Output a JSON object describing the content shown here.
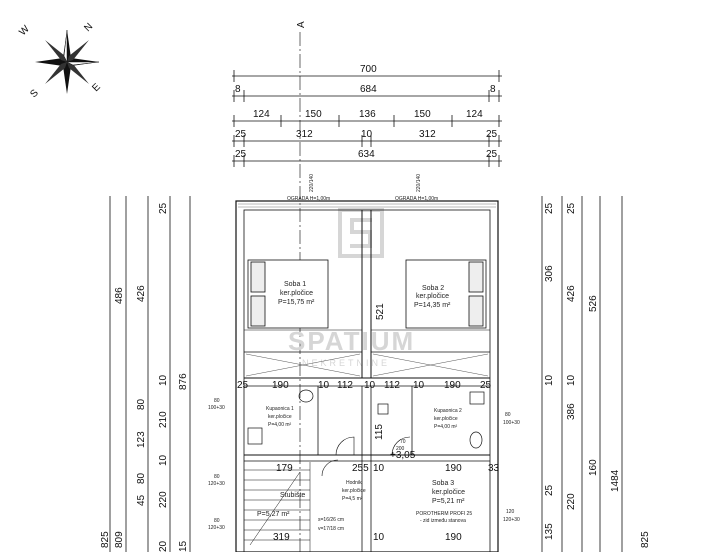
{
  "section_marker": "A",
  "compass": {
    "north": "N",
    "south": "S",
    "east": "E",
    "west": "W"
  },
  "top_dims": {
    "overall": "700",
    "row2": [
      "8",
      "684",
      "8"
    ],
    "row3": [
      "124",
      "150",
      "136",
      "150",
      "124"
    ],
    "row4": [
      "25",
      "312",
      "10",
      "312",
      "25"
    ],
    "row5": [
      "25",
      "634",
      "25"
    ]
  },
  "window_notes": {
    "left_opening": "220/140",
    "right_opening": "220/140",
    "railing_left": "OGRADA H=1,00m",
    "railing_right": "OGRADA H=1,00m"
  },
  "left_dims": {
    "outer": [
      "825",
      "486",
      "876"
    ],
    "mid": [
      "809",
      "426",
      "80",
      "123",
      "80",
      "45",
      "220"
    ],
    "inner": [
      "25",
      "10",
      "210",
      "10",
      "15",
      "20"
    ]
  },
  "right_dims": {
    "outer": [
      "825",
      "526",
      "1484"
    ],
    "mid": [
      "306",
      "386",
      "160",
      "220"
    ],
    "inner": [
      "25",
      "25",
      "10",
      "10",
      "25",
      "135"
    ]
  },
  "rooms": {
    "soba1": {
      "name": "Soba 1",
      "floor": "ker.pločice",
      "area": "P=15,75 m²"
    },
    "soba2": {
      "name": "Soba 2",
      "floor": "ker.pločice",
      "area": "P=14,35 m²"
    },
    "kup1": {
      "name": "Kupaonica 1",
      "floor": "ker.pločice",
      "area": "P=4,00 m²"
    },
    "kup2": {
      "name": "Kupaonica 2",
      "floor": "ker.pločice",
      "area": "P=4,00 m²"
    },
    "soba3": {
      "name": "Soba 3",
      "floor": "ker.pločice",
      "area": "P=5,21 m²"
    },
    "hodnik": {
      "name": "Hodnik",
      "floor": "ker.pločice",
      "area": "P=4,5 m²"
    },
    "stub": {
      "name": "Stubište",
      "floor": "",
      "area": "P=5,27 m²"
    }
  },
  "inner_dims": {
    "wall_521": "521",
    "row_190": [
      "25",
      "190",
      "10",
      "112",
      "10",
      "112",
      "10",
      "190",
      "25"
    ],
    "h_115": "115",
    "level": "+3,05",
    "row_179": [
      "179",
      "255",
      "10",
      "190",
      "33"
    ],
    "bottom_row": [
      "319",
      "10",
      "190"
    ],
    "door_70": "70",
    "door_200": "200",
    "win_left_1": [
      "80",
      "100+30"
    ],
    "win_left_2": [
      "80",
      "120+30"
    ],
    "win_left_3": [
      "80",
      "120+30"
    ],
    "win_right_1": [
      "80",
      "100+30"
    ],
    "win_right_2": [
      "120",
      "120+30"
    ]
  },
  "stair_notes": {
    "s": "s=16/26 cm",
    "v": "v=17/18 cm"
  },
  "porotherm": {
    "line1": "POROTHERM PROFI 25",
    "line2": "- zid između stanova"
  },
  "watermark": {
    "brand": "SPATIUM",
    "sub": "NEKRETNINE"
  }
}
